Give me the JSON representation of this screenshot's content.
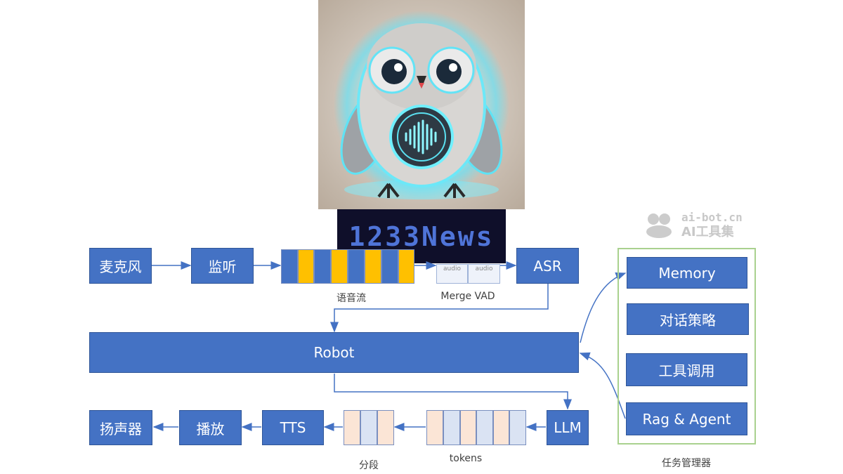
{
  "watermark": {
    "line1": "ai-bot.cn",
    "line2": "AI工具集",
    "icon": "paw-logo-icon"
  },
  "overlay_logo": {
    "text": "1233News",
    "mascot": "owl-mascot-icon"
  },
  "boxes": {
    "mic": "麦克风",
    "listen": "监听",
    "asr": "ASR",
    "robot": "Robot",
    "speaker": "扬声器",
    "play": "播放",
    "tts": "TTS",
    "llm": "LLM",
    "memory": "Memory",
    "dialog_strategy": "对话策略",
    "tool_call": "工具调用",
    "rag_agent": "Rag & Agent"
  },
  "captions": {
    "voice_stream": "语音流",
    "merge_vad": "Merge VAD",
    "segment": "分段",
    "tokens": "tokens",
    "task_manager": "任务管理器"
  },
  "vad_cells": [
    "audio",
    "audio"
  ],
  "colors": {
    "box_blue": "#4472c4",
    "stream_yellow": "#ffc000",
    "token_peach": "#fbe5d6",
    "token_lightblue": "#dae3f3",
    "group_green": "#a9d18e",
    "arrow": "#4472c4"
  }
}
